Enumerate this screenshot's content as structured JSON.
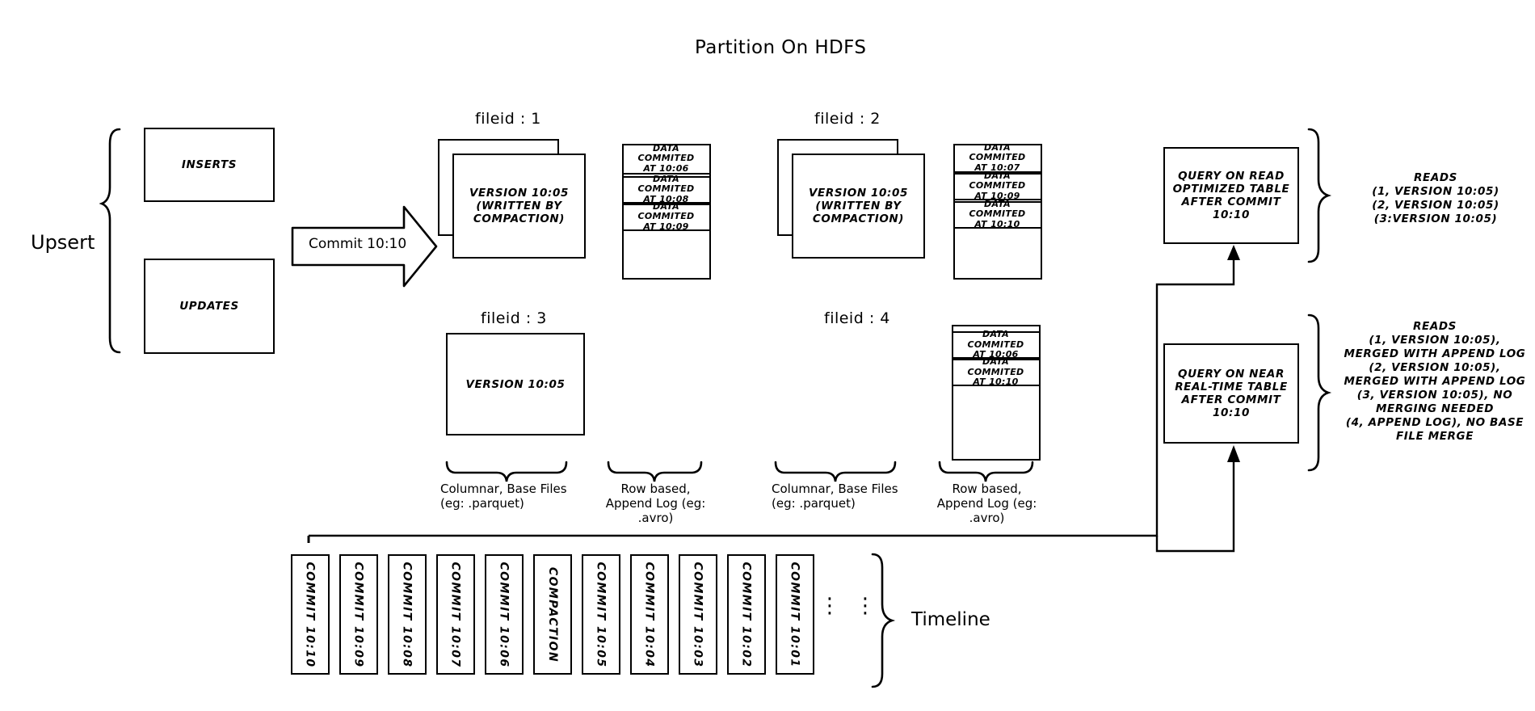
{
  "title": "Partition On HDFS",
  "left": {
    "upsert_label": "Upsert",
    "inserts_label": "INSERTS",
    "updates_label": "UPDATES",
    "commit_arrow_label": "Commit 10:10"
  },
  "file_groups": [
    {
      "id": "fileid-1",
      "label": "fileid : 1",
      "base_file_text": "VERSION 10:05\n(WRITTEN BY\nCOMPACTION)",
      "stacked": true,
      "log_entries": [
        "DATA COMMITED\nAT 10:06",
        "DATA COMMITED\nAT 10:08",
        "DATA COMMITED\nAT 10:09"
      ]
    },
    {
      "id": "fileid-2",
      "label": "fileid : 2",
      "base_file_text": "VERSION 10:05\n(WRITTEN BY\nCOMPACTION)",
      "stacked": true,
      "log_entries": [
        "DATA COMMITED\nAT 10:07",
        "DATA COMMITED\nAT 10:09",
        "DATA COMMITED\nAT 10:10"
      ]
    },
    {
      "id": "fileid-3",
      "label": "fileid : 3",
      "base_file_text": "VERSION 10:05",
      "stacked": false,
      "log_entries": []
    },
    {
      "id": "fileid-4",
      "label": "fileid : 4",
      "base_file_text": "",
      "stacked": false,
      "log_entries": [
        "DATA COMMITED\nAT 10:06",
        "DATA COMMITED\nAT 10:10"
      ]
    }
  ],
  "captions": {
    "columnar_left": "Columnar, Base Files\n(eg: .parquet)",
    "rowbased_left": "Row based,\nAppend Log  (eg:\n.avro)",
    "columnar_right": "Columnar, Base Files\n(eg: .parquet)",
    "rowbased_right": "Row based,\nAppend Log  (eg:\n.avro)"
  },
  "queries": [
    {
      "id": "query-read-optimized",
      "text": "QUERY ON READ\nOPTIMIZED TABLE\nAFTER COMMIT\n10:10",
      "reads": "READS\n(1, VERSION 10:05)\n(2, VERSION 10:05)\n(3:VERSION 10:05)"
    },
    {
      "id": "query-near-real-time",
      "text": "QUERY ON NEAR\nREAL-TIME TABLE\nAFTER COMMIT\n10:10",
      "reads": "READS\n(1, VERSION 10:05),\nMERGED WITH APPEND LOG\n(2, VERSION 10:05),\nMERGED WITH APPEND LOG\n(3, VERSION 10:05), NO\nMERGING NEEDED\n(4, APPEND LOG), NO BASE\nFILE MERGE"
    }
  ],
  "timeline": {
    "label": "Timeline",
    "ellipsis": "⋮",
    "items": [
      "COMMIT  10:10",
      "COMMIT  10:09",
      "COMMIT  10:08",
      "COMMIT  10:07",
      "COMMIT  10:06",
      "COMPACTION",
      "COMMIT  10:05",
      "COMMIT  10:04",
      "COMMIT  10:03",
      "COMMIT  10:02",
      "COMMIT  10:01"
    ]
  },
  "colors": {
    "stroke": "#000000",
    "background": "#ffffff"
  }
}
